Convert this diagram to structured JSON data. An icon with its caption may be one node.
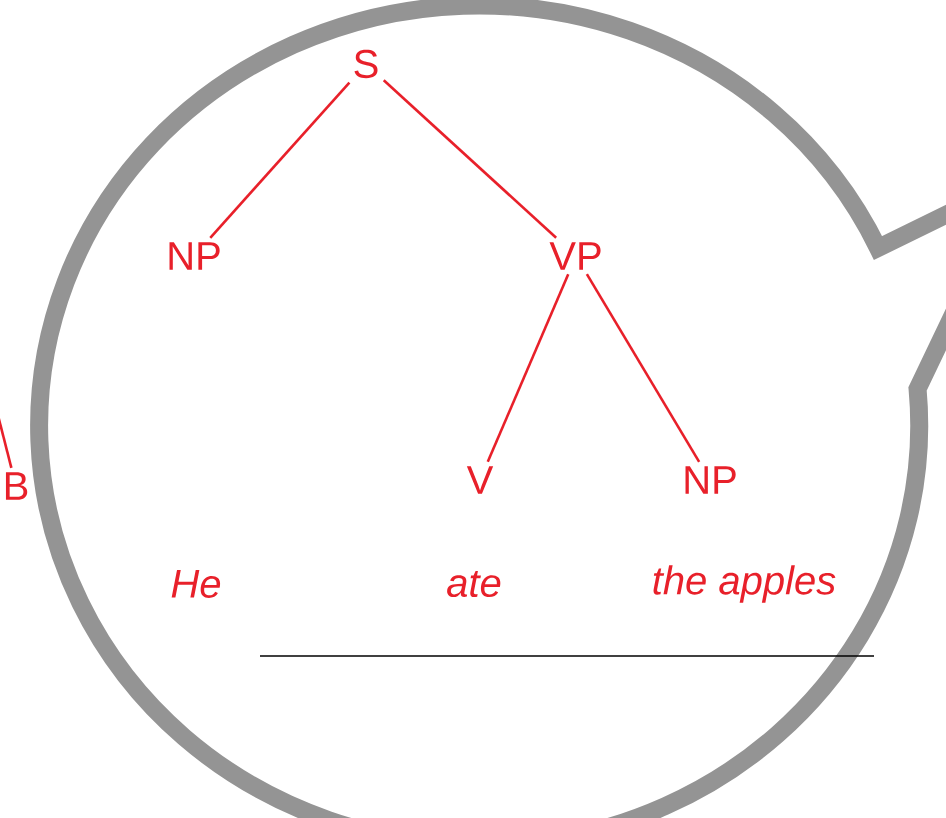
{
  "diagram": {
    "nodes": [
      {
        "text": [
          "S"
        ]
      },
      {
        "text": [
          "NP"
        ]
      },
      {
        "text": [
          "VP"
        ]
      },
      {
        "text": [
          "V"
        ]
      },
      {
        "text": [
          "NP"
        ]
      },
      {
        "text": [
          "B"
        ]
      }
    ],
    "edges": [
      {
        "from": 0,
        "to": 1,
        "arrow": "none"
      },
      {
        "from": 0,
        "to": 2,
        "arrow": "none"
      },
      {
        "from": 2,
        "to": 3,
        "arrow": "none"
      },
      {
        "from": 2,
        "to": 4,
        "arrow": "none"
      },
      {
        "from": null,
        "to": 5,
        "arrow": "none"
      }
    ],
    "labels": [
      "He",
      "ate",
      "the apples"
    ]
  }
}
